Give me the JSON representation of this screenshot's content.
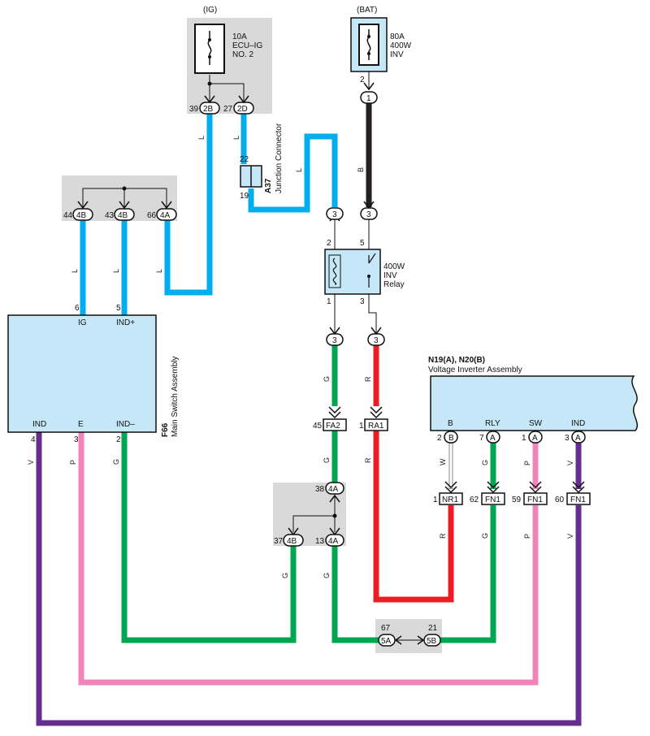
{
  "labels": {
    "ig": "(IG)",
    "bat": "(BAT)",
    "fuse_ig": [
      "10A",
      "ECU–IG",
      "NO. 2"
    ],
    "fuse_bat": [
      "80A",
      "400W",
      "INV"
    ],
    "relay": [
      "400W",
      "INV",
      "Relay"
    ],
    "junction_code": "A37",
    "junction_name": "Junction Connector",
    "main_switch_code": "F66",
    "main_switch_name": "Main Switch Assembly",
    "inverter_code": "N19(A), N20(B)",
    "inverter_name": "Voltage Inverter Assembly"
  },
  "main_switch_pins": {
    "ig": "IG",
    "ig_no": "6",
    "indp": "IND+",
    "indp_no": "5",
    "ind": "IND",
    "ind_no": "4",
    "e": "E",
    "e_no": "3",
    "indm": "IND–",
    "indm_no": "2"
  },
  "inverter_pins": {
    "b": "B",
    "b_no": "2",
    "b_conn": "B",
    "rly": "RLY",
    "rly_no": "7",
    "rly_conn": "A",
    "sw": "SW",
    "sw_no": "1",
    "sw_conn": "A",
    "ind": "IND",
    "ind_no": "3",
    "ind_conn": "A"
  },
  "connectors": {
    "c2b": {
      "pin": "39",
      "code": "2B"
    },
    "c2d": {
      "pin": "27",
      "code": "2D"
    },
    "c4b44": {
      "pin": "44",
      "code": "4B"
    },
    "c4b43": {
      "pin": "43",
      "code": "4B"
    },
    "c4a66": {
      "pin": "66",
      "code": "4A"
    },
    "jc22": "22",
    "jc19": "19",
    "bat_pin": "2",
    "bat_conn": "1",
    "r3a": "3",
    "r3b": "3",
    "relay_p2": "2",
    "relay_p5": "5",
    "relay_p1": "1",
    "relay_p3": "3",
    "r3c": "3",
    "r3d": "3",
    "fa2": {
      "pin": "45",
      "code": "FA2"
    },
    "ra1": {
      "pin": "1",
      "code": "RA1"
    },
    "c4a38": {
      "pin": "38",
      "code": "4A"
    },
    "c4b37": {
      "pin": "37",
      "code": "4B"
    },
    "c4a13": {
      "pin": "13",
      "code": "4A"
    },
    "nr1": {
      "pin": "1",
      "code": "NR1"
    },
    "fn1a": {
      "pin": "62",
      "code": "FN1"
    },
    "fn1b": {
      "pin": "59",
      "code": "FN1"
    },
    "fn1c": {
      "pin": "60",
      "code": "FN1"
    },
    "c5a": {
      "pin": "67",
      "code": "5A"
    },
    "c5b": {
      "pin": "21",
      "code": "5B"
    }
  },
  "wire_colors": {
    "ig_left": "L",
    "ig_right": "L",
    "jc_out": "L",
    "bat": "B",
    "sw44": "L",
    "sw43": "L",
    "sw66": "L",
    "g_relay": "G",
    "r_relay": "R",
    "g_fa2": "G",
    "r_ra1": "R",
    "g_13": "G",
    "g_37": "G",
    "ms_v": "V",
    "ms_p": "P",
    "ms_g": "G",
    "inv_w": "W",
    "inv_g": "G",
    "inv_p": "P",
    "inv_v": "V",
    "nr1_r": "R",
    "fn1a_g": "G",
    "fn1b_p": "P",
    "fn1c_v": "V"
  },
  "colors": {
    "blue": "#00adef",
    "black": "#231f20",
    "green": "#00a650",
    "red": "#ed1c24",
    "pink": "#f384bb",
    "violet": "#662d91",
    "white_wire": "#ffffff",
    "panel": "#d9d9d9",
    "component": "#c6e7f8"
  }
}
